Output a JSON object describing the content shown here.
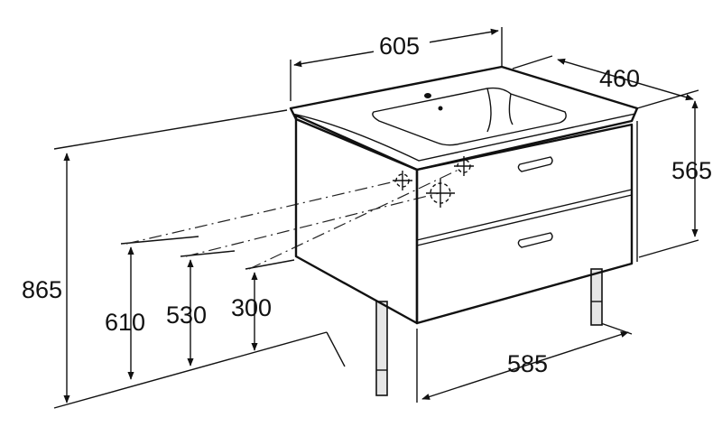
{
  "dimensions": {
    "width_top": "605",
    "depth": "460",
    "basin_height": "565",
    "total_height": "865",
    "waste_610": "610",
    "waste_530": "530",
    "waste_300": "300",
    "width_bottom": "585"
  },
  "colors": {
    "line": "#111111",
    "background": "#ffffff"
  }
}
